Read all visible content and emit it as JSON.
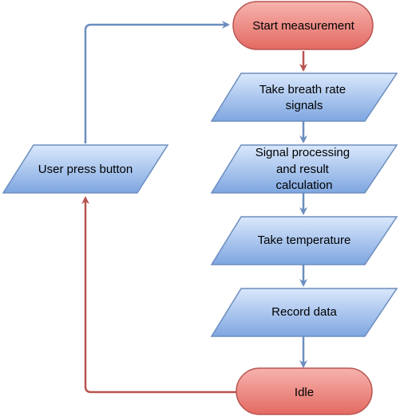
{
  "diagram": {
    "type": "flowchart",
    "colors": {
      "terminal_fill_top": "#f7b3ae",
      "terminal_fill_bottom": "#e36a62",
      "terminal_stroke": "#b85450",
      "io_fill_top": "#dae8fc",
      "io_fill_bottom": "#7ea6e0",
      "io_stroke": "#6c8ebf",
      "arrow_blue": "#6c8ebf",
      "arrow_red": "#b85450"
    },
    "nodes": {
      "start": {
        "shape": "terminal",
        "lines": [
          "Start measurement"
        ]
      },
      "breath": {
        "shape": "parallelogram",
        "lines": [
          "Take breath rate",
          "signals"
        ]
      },
      "process": {
        "shape": "parallelogram",
        "lines": [
          "Signal processing",
          "and result",
          "calculation"
        ]
      },
      "temperature": {
        "shape": "parallelogram",
        "lines": [
          "Take temperature"
        ]
      },
      "record": {
        "shape": "parallelogram",
        "lines": [
          "Record data"
        ]
      },
      "idle": {
        "shape": "terminal",
        "lines": [
          "Idle"
        ]
      },
      "button": {
        "shape": "parallelogram",
        "lines": [
          "User press button"
        ]
      }
    },
    "edges": [
      {
        "from": "start",
        "to": "breath",
        "color": "red"
      },
      {
        "from": "breath",
        "to": "process",
        "color": "blue"
      },
      {
        "from": "process",
        "to": "temperature",
        "color": "blue"
      },
      {
        "from": "temperature",
        "to": "record",
        "color": "blue"
      },
      {
        "from": "record",
        "to": "idle",
        "color": "blue"
      },
      {
        "from": "idle",
        "to": "button",
        "color": "red"
      },
      {
        "from": "button",
        "to": "start",
        "color": "blue"
      }
    ]
  }
}
